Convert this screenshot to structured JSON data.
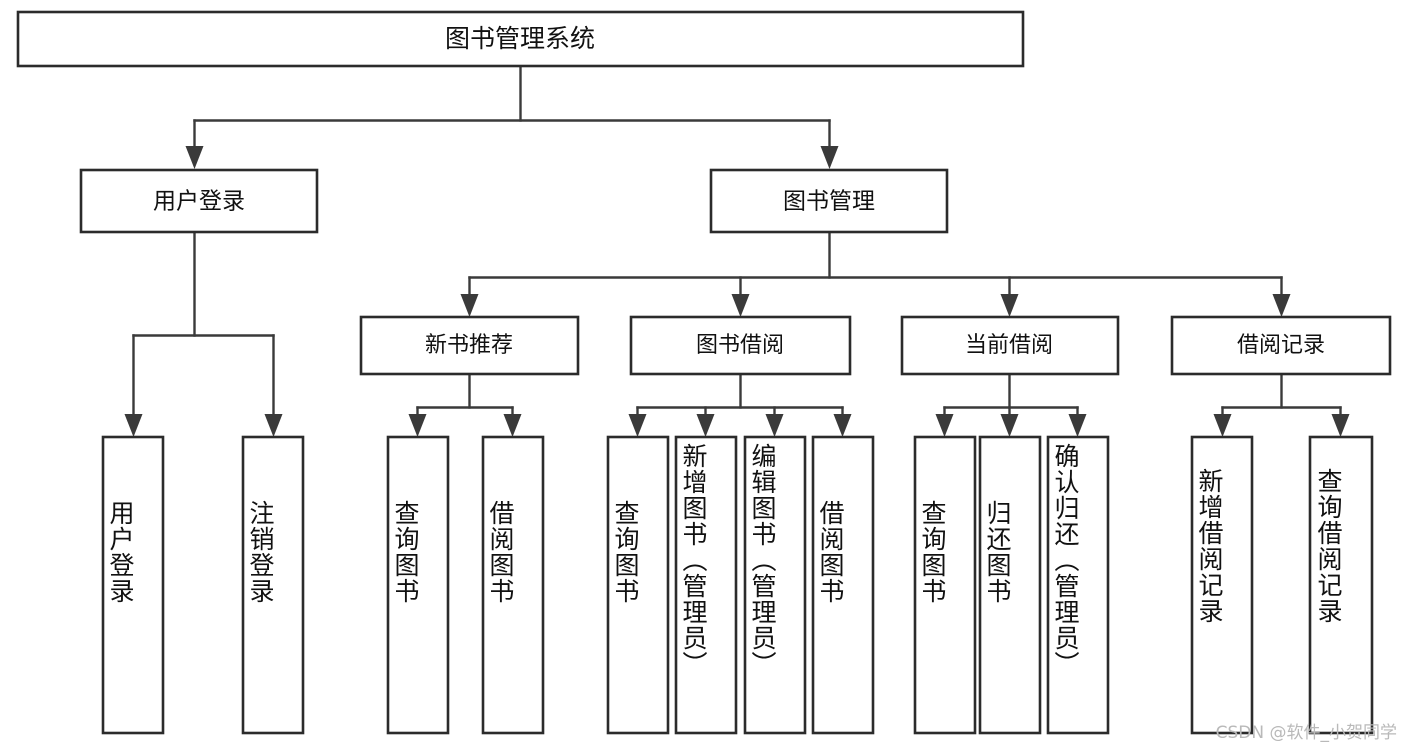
{
  "diagram": {
    "type": "tree-hierarchy-chart",
    "title_node": {
      "label": "图书管理系统"
    },
    "level1": [
      {
        "label": "用户登录"
      },
      {
        "label": "图书管理"
      }
    ],
    "level2": [
      {
        "label": "新书推荐"
      },
      {
        "label": "图书借阅"
      },
      {
        "label": "当前借阅"
      },
      {
        "label": "借阅记录"
      }
    ],
    "leaves": {
      "user_login": [
        {
          "label": "用户登录"
        },
        {
          "label": "注销登录"
        }
      ],
      "new_book_recommend": [
        {
          "label": "查询图书"
        },
        {
          "label": "借阅图书"
        }
      ],
      "book_borrow": [
        {
          "label": "查询图书"
        },
        {
          "label": "新增图书（管理员）"
        },
        {
          "label": "编辑图书（管理员）"
        },
        {
          "label": "借阅图书"
        }
      ],
      "current_borrow": [
        {
          "label": "查询图书"
        },
        {
          "label": "归还图书"
        },
        {
          "label": "确认归还（管理员）"
        }
      ],
      "borrow_record": [
        {
          "label": "新增借阅记录"
        },
        {
          "label": "查询借阅记录"
        }
      ]
    }
  },
  "watermark": {
    "text": "CSDN @软件_小贺同学"
  },
  "colors": {
    "box_stroke": "#2b2b2b",
    "connector": "#3a3a3a",
    "background": "#ffffff",
    "text": "#111111",
    "watermark": "#b9b9b9"
  }
}
